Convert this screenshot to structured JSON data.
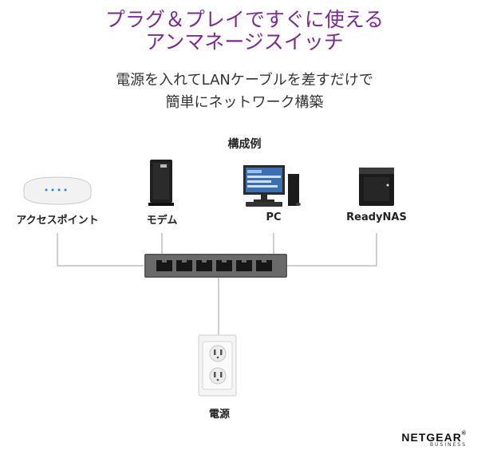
{
  "title": {
    "line1": "プラグ＆プレイですぐに使える",
    "line2": "アンマネージスイッチ"
  },
  "subtitle": {
    "line1": "電源を入れてLANケーブルを差すだけで",
    "line2": "簡単にネットワーク構築"
  },
  "diagram": {
    "heading": "構成例",
    "devices": [
      {
        "label": "アクセスポイント",
        "icon": "access-point-icon"
      },
      {
        "label": "モデム",
        "icon": "modem-icon"
      },
      {
        "label": "PC",
        "icon": "pc-icon"
      },
      {
        "label": "ReadyNAS",
        "icon": "nas-icon"
      }
    ],
    "switch_ports": 6,
    "power_label": "電源"
  },
  "brand": {
    "name": "NETGEAR",
    "mark": "®",
    "tagline": "BUSINESS"
  },
  "colors": {
    "title": "#7a2b8f",
    "switch_body": "#5a5a5a",
    "lines": "#bdbdbd"
  }
}
